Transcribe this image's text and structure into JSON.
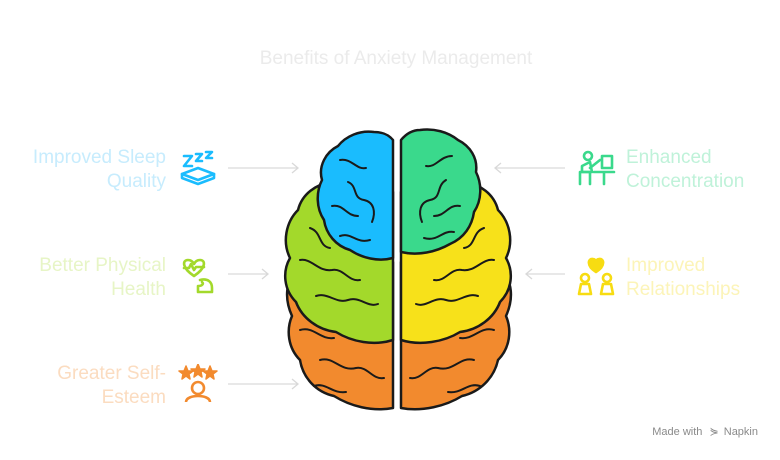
{
  "title": "Benefits of Anxiety Management",
  "benefits": {
    "sleep": {
      "lines": [
        "Improved Sleep",
        "Quality"
      ],
      "icon": "sleep-icon",
      "color": "#1abcfe"
    },
    "concentration": {
      "lines": [
        "Enhanced",
        "Concentration"
      ],
      "icon": "concentration-icon",
      "color": "#3ad98c"
    },
    "physical": {
      "lines": [
        "Better Physical",
        "Health"
      ],
      "icon": "physical-health-icon",
      "color": "#a3d92b"
    },
    "relationships": {
      "lines": [
        "Improved",
        "Relationships"
      ],
      "icon": "relationships-icon",
      "color": "#f7dc12"
    },
    "esteem": {
      "lines": [
        "Greater Self-",
        "Esteem"
      ],
      "icon": "self-esteem-icon",
      "color": "#f28a2e"
    }
  },
  "credit": {
    "prefix": "Made with",
    "brand": "Napkin"
  }
}
